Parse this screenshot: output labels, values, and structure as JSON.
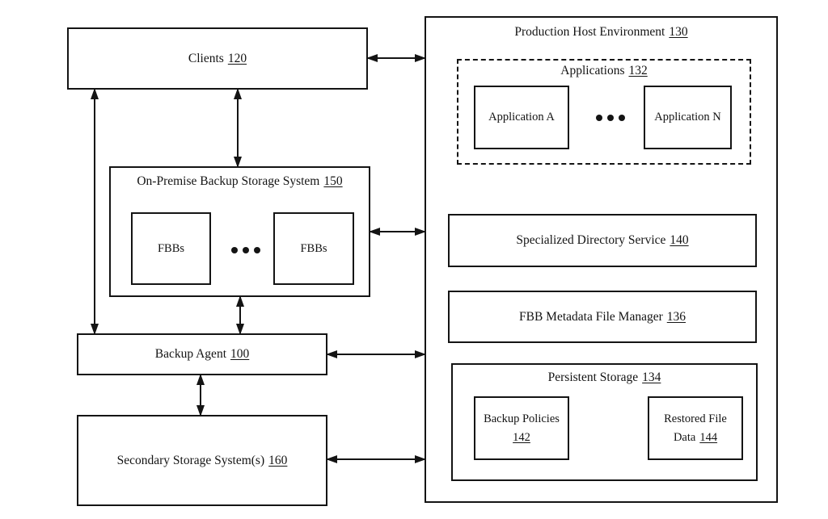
{
  "figure": {
    "background": "#ffffff",
    "line_color": "#141414"
  },
  "left_column": {
    "clients": {
      "label": "Clients",
      "ref": "120"
    },
    "on_premise": {
      "label": "On-Premise Backup Storage System",
      "ref": "150",
      "fbbs_left": {
        "label": "FBBs"
      },
      "fbbs_right": {
        "label": "FBBs"
      },
      "ellipsis_icon": "three-dots"
    },
    "backup_agent": {
      "label": "Backup Agent",
      "ref": "100"
    },
    "secondary_storage": {
      "label": "Secondary Storage System(s)",
      "ref": "160"
    }
  },
  "production_host": {
    "label": "Production Host Environment",
    "ref": "130",
    "applications": {
      "label": "Applications",
      "ref": "132",
      "app_a": {
        "label": "Application A"
      },
      "app_n": {
        "label": "Application N"
      },
      "ellipsis_icon": "three-dots"
    },
    "directory_service": {
      "label": "Specialized Directory Service",
      "ref": "140"
    },
    "metadata_manager": {
      "label": "FBB Metadata File Manager",
      "ref": "136"
    },
    "persistent_storage": {
      "label": "Persistent Storage",
      "ref": "134",
      "backup_policies": {
        "line1": "Backup Policies",
        "ref": "142"
      },
      "restored_file": {
        "line1": "Restored File",
        "line2_label": "Data",
        "ref": "144"
      }
    }
  }
}
